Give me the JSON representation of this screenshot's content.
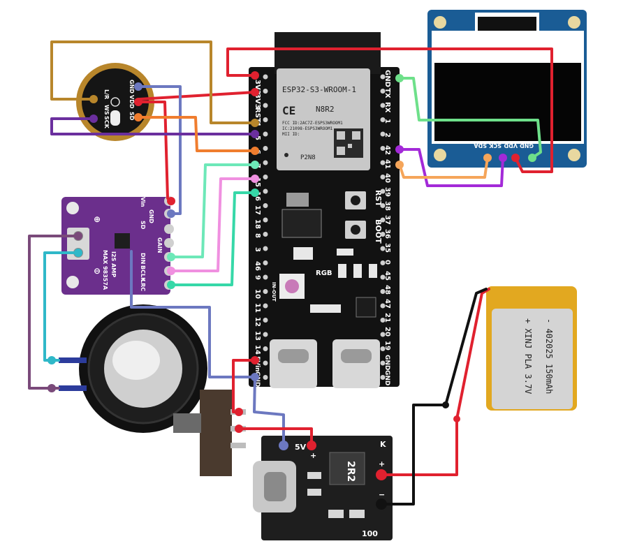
{
  "esp32": {
    "module_name": "ESP32-S3-WROOM-1",
    "model": "N8R2",
    "fcc": "FCC ID:2AC7Z-ESPS3WROOM1",
    "ic": "IC:21098-ESPS3WROOM1",
    "mii": "MII ID:",
    "antenna_code": "P2N8",
    "ce_mark": "CE",
    "left_pins": [
      "3V3",
      "3V3",
      "RST",
      "4",
      "5",
      "6",
      "7",
      "15",
      "16",
      "17",
      "18",
      "8",
      "3",
      "46",
      "9",
      "10",
      "11",
      "12",
      "13",
      "14",
      "5Vin",
      "GND"
    ],
    "right_pins": [
      "GND",
      "TX",
      "RX",
      "1",
      "2",
      "42",
      "41",
      "40",
      "39",
      "38",
      "37",
      "36",
      "35",
      "0",
      "45",
      "48",
      "47",
      "21",
      "20",
      "19",
      "GND",
      "GND"
    ],
    "button_rst": "RST",
    "button_boot": "BOOT",
    "led_label": "RGB",
    "in_out_label": "IN-OUT"
  },
  "oled": {
    "pins": [
      "GND",
      "VDD",
      "SCK",
      "SDA"
    ]
  },
  "microphone": {
    "pins_left": [
      "L/R",
      "WS",
      "SCK"
    ],
    "pins_right": [
      "GND",
      "VDD",
      "SD"
    ]
  },
  "amplifier": {
    "chip_label": "MAX 98357A",
    "chip_label_2": "I2S AMP",
    "pins": [
      "Vin",
      "GND",
      "SD",
      "GAIN",
      "DIN",
      "BCLK",
      "LRC"
    ],
    "plus": "⊕",
    "minus": "⊖"
  },
  "charger": {
    "label_5v": "5V",
    "label_plus": "+",
    "label_k": "K",
    "inductor": "2R2",
    "resistor": "100",
    "out_plus": "+",
    "out_minus": "−"
  },
  "battery": {
    "line1": "+ XINJ PLA 3.7V",
    "line2": "- 402025 150mAh"
  },
  "colors": {
    "red": "#e0212f",
    "black": "#111111",
    "brown": "#b8862b",
    "blue": "#6c78c0",
    "orange": "#f07d2e",
    "purple": "#6b2f9e",
    "violet": "#a32ad8",
    "green": "#6ee08a",
    "mint": "#4de5b5",
    "pink": "#f090e0",
    "teal": "#2fb8c8",
    "plum": "#7a4a7a",
    "peach": "#f5a55a"
  }
}
